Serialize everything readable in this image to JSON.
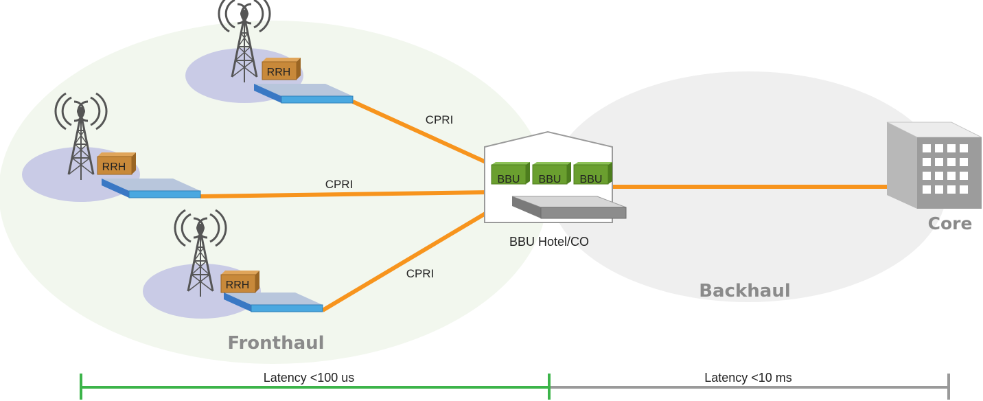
{
  "regions": {
    "fronthaul": {
      "label": "Fronthaul"
    },
    "backhaul": {
      "label": "Backhaul"
    }
  },
  "sites": [
    {
      "rrh_label": "RRH",
      "link_label": "CPRI"
    },
    {
      "rrh_label": "RRH",
      "link_label": "CPRI"
    },
    {
      "rrh_label": "RRH",
      "link_label": "CPRI"
    }
  ],
  "hotel": {
    "label": "BBU Hotel/CO",
    "bbus": [
      "BBU",
      "BBU",
      "BBU"
    ]
  },
  "core": {
    "label": "Core"
  },
  "latency": {
    "fronthaul": "Latency <100 us",
    "backhaul": "Latency <10 ms"
  },
  "colors": {
    "fronthaul_region": "#f2f7ee",
    "backhaul_region": "#efefef",
    "cell": "#c9cbe6",
    "cpri_link": "#f7941d",
    "rrh": "#c8893a",
    "bbu": "#6a9f2f",
    "switch": "#4aa8e0",
    "fronthaul_bar": "#3cb44a",
    "backhaul_bar": "#9a9a9a",
    "tower": "#555555"
  },
  "icons": [
    "antenna-tower-icon",
    "radio-waves-icon",
    "switch-icon",
    "building-icon",
    "bbu-module-icon"
  ]
}
